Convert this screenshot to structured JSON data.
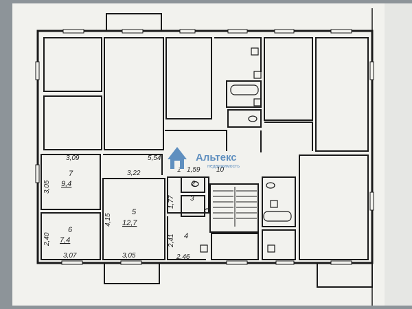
{
  "plan": {
    "paper_color": "#f2f2ee",
    "line_color": "#1a1a1a",
    "rooms": [
      {
        "number": "7",
        "area": "9,4"
      },
      {
        "number": "6",
        "area": "7,4"
      },
      {
        "number": "5",
        "area": "12,7"
      },
      {
        "number": "4"
      },
      {
        "number": "3"
      },
      {
        "number": "2"
      },
      {
        "number": "1"
      },
      {
        "number": "10"
      }
    ],
    "dimensions": [
      "3,09",
      "3,05",
      "2,40",
      "3,07",
      "3,22",
      "4,15",
      "3,05",
      "5,54",
      "1,59",
      "1,77",
      "2,41",
      "2,46"
    ]
  },
  "watermark": {
    "brand": "Альтекс",
    "sub": "недвижимость",
    "color": "#2f6fb0"
  }
}
